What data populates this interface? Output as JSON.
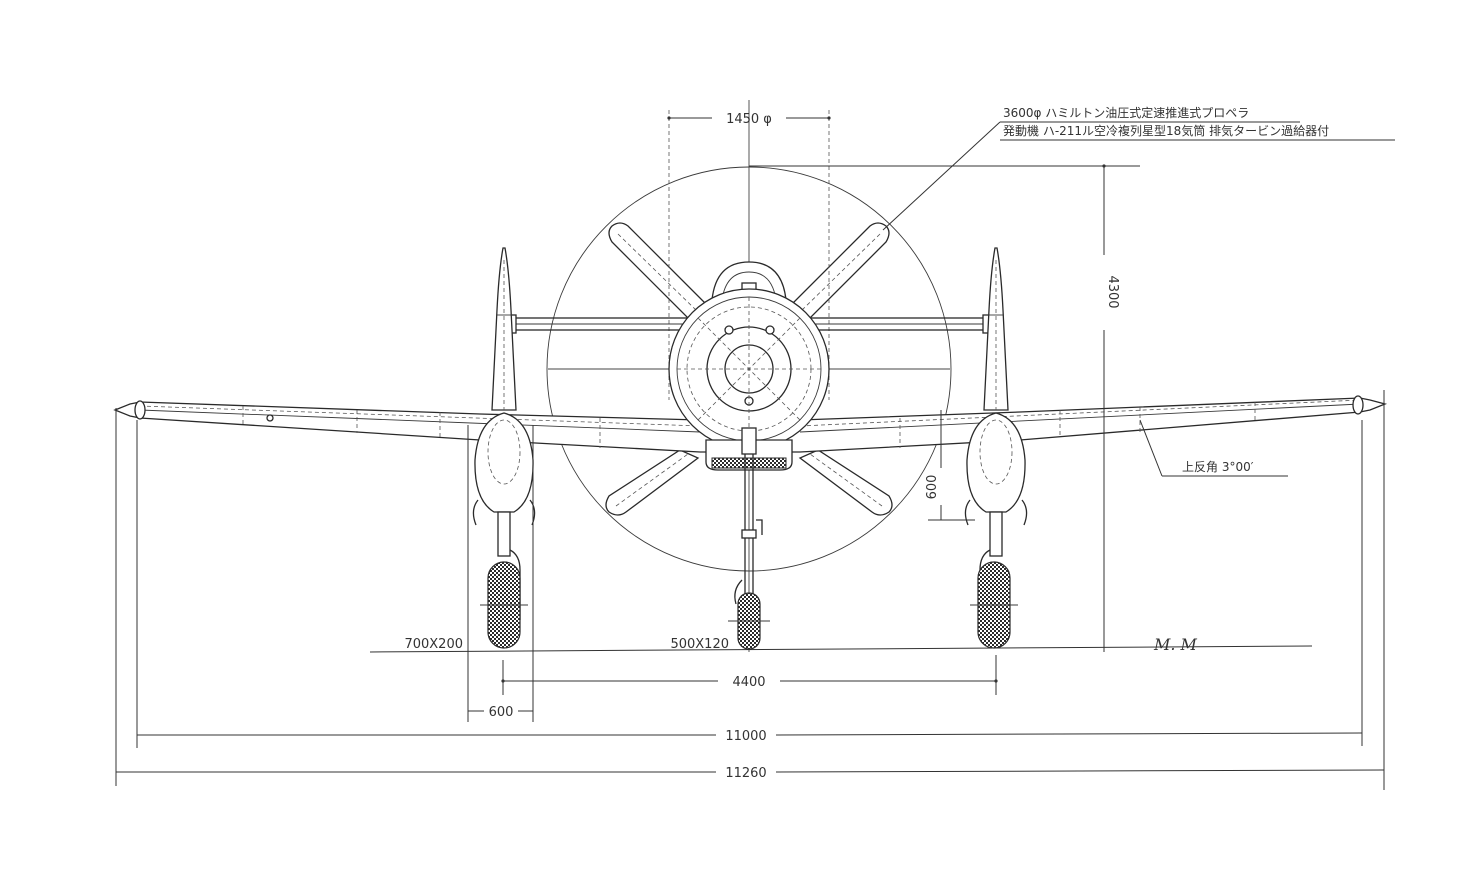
{
  "drawing": {
    "view": "Front view general arrangement drawing",
    "background_color": "#ffffff",
    "line_color": "#2a2a2a"
  },
  "notes": {
    "propeller": "3600φ ハミルトン油圧式定速推進式プロペラ",
    "engine": "発動機 ハ-211ル空冷複列星型18気筒 排気タービン過給器付",
    "dihedral": "上反角 3°00′",
    "signature": "M. M"
  },
  "dimensions": {
    "spinner_diameter": "1450 φ",
    "overall_height": "4300",
    "nacelle_drop": "600",
    "main_tire": "700X200",
    "tail_tire": "500X120",
    "main_track": "4400",
    "tire_offset": "600",
    "wing_span_inner": "11000",
    "wing_span_overall": "11260"
  }
}
